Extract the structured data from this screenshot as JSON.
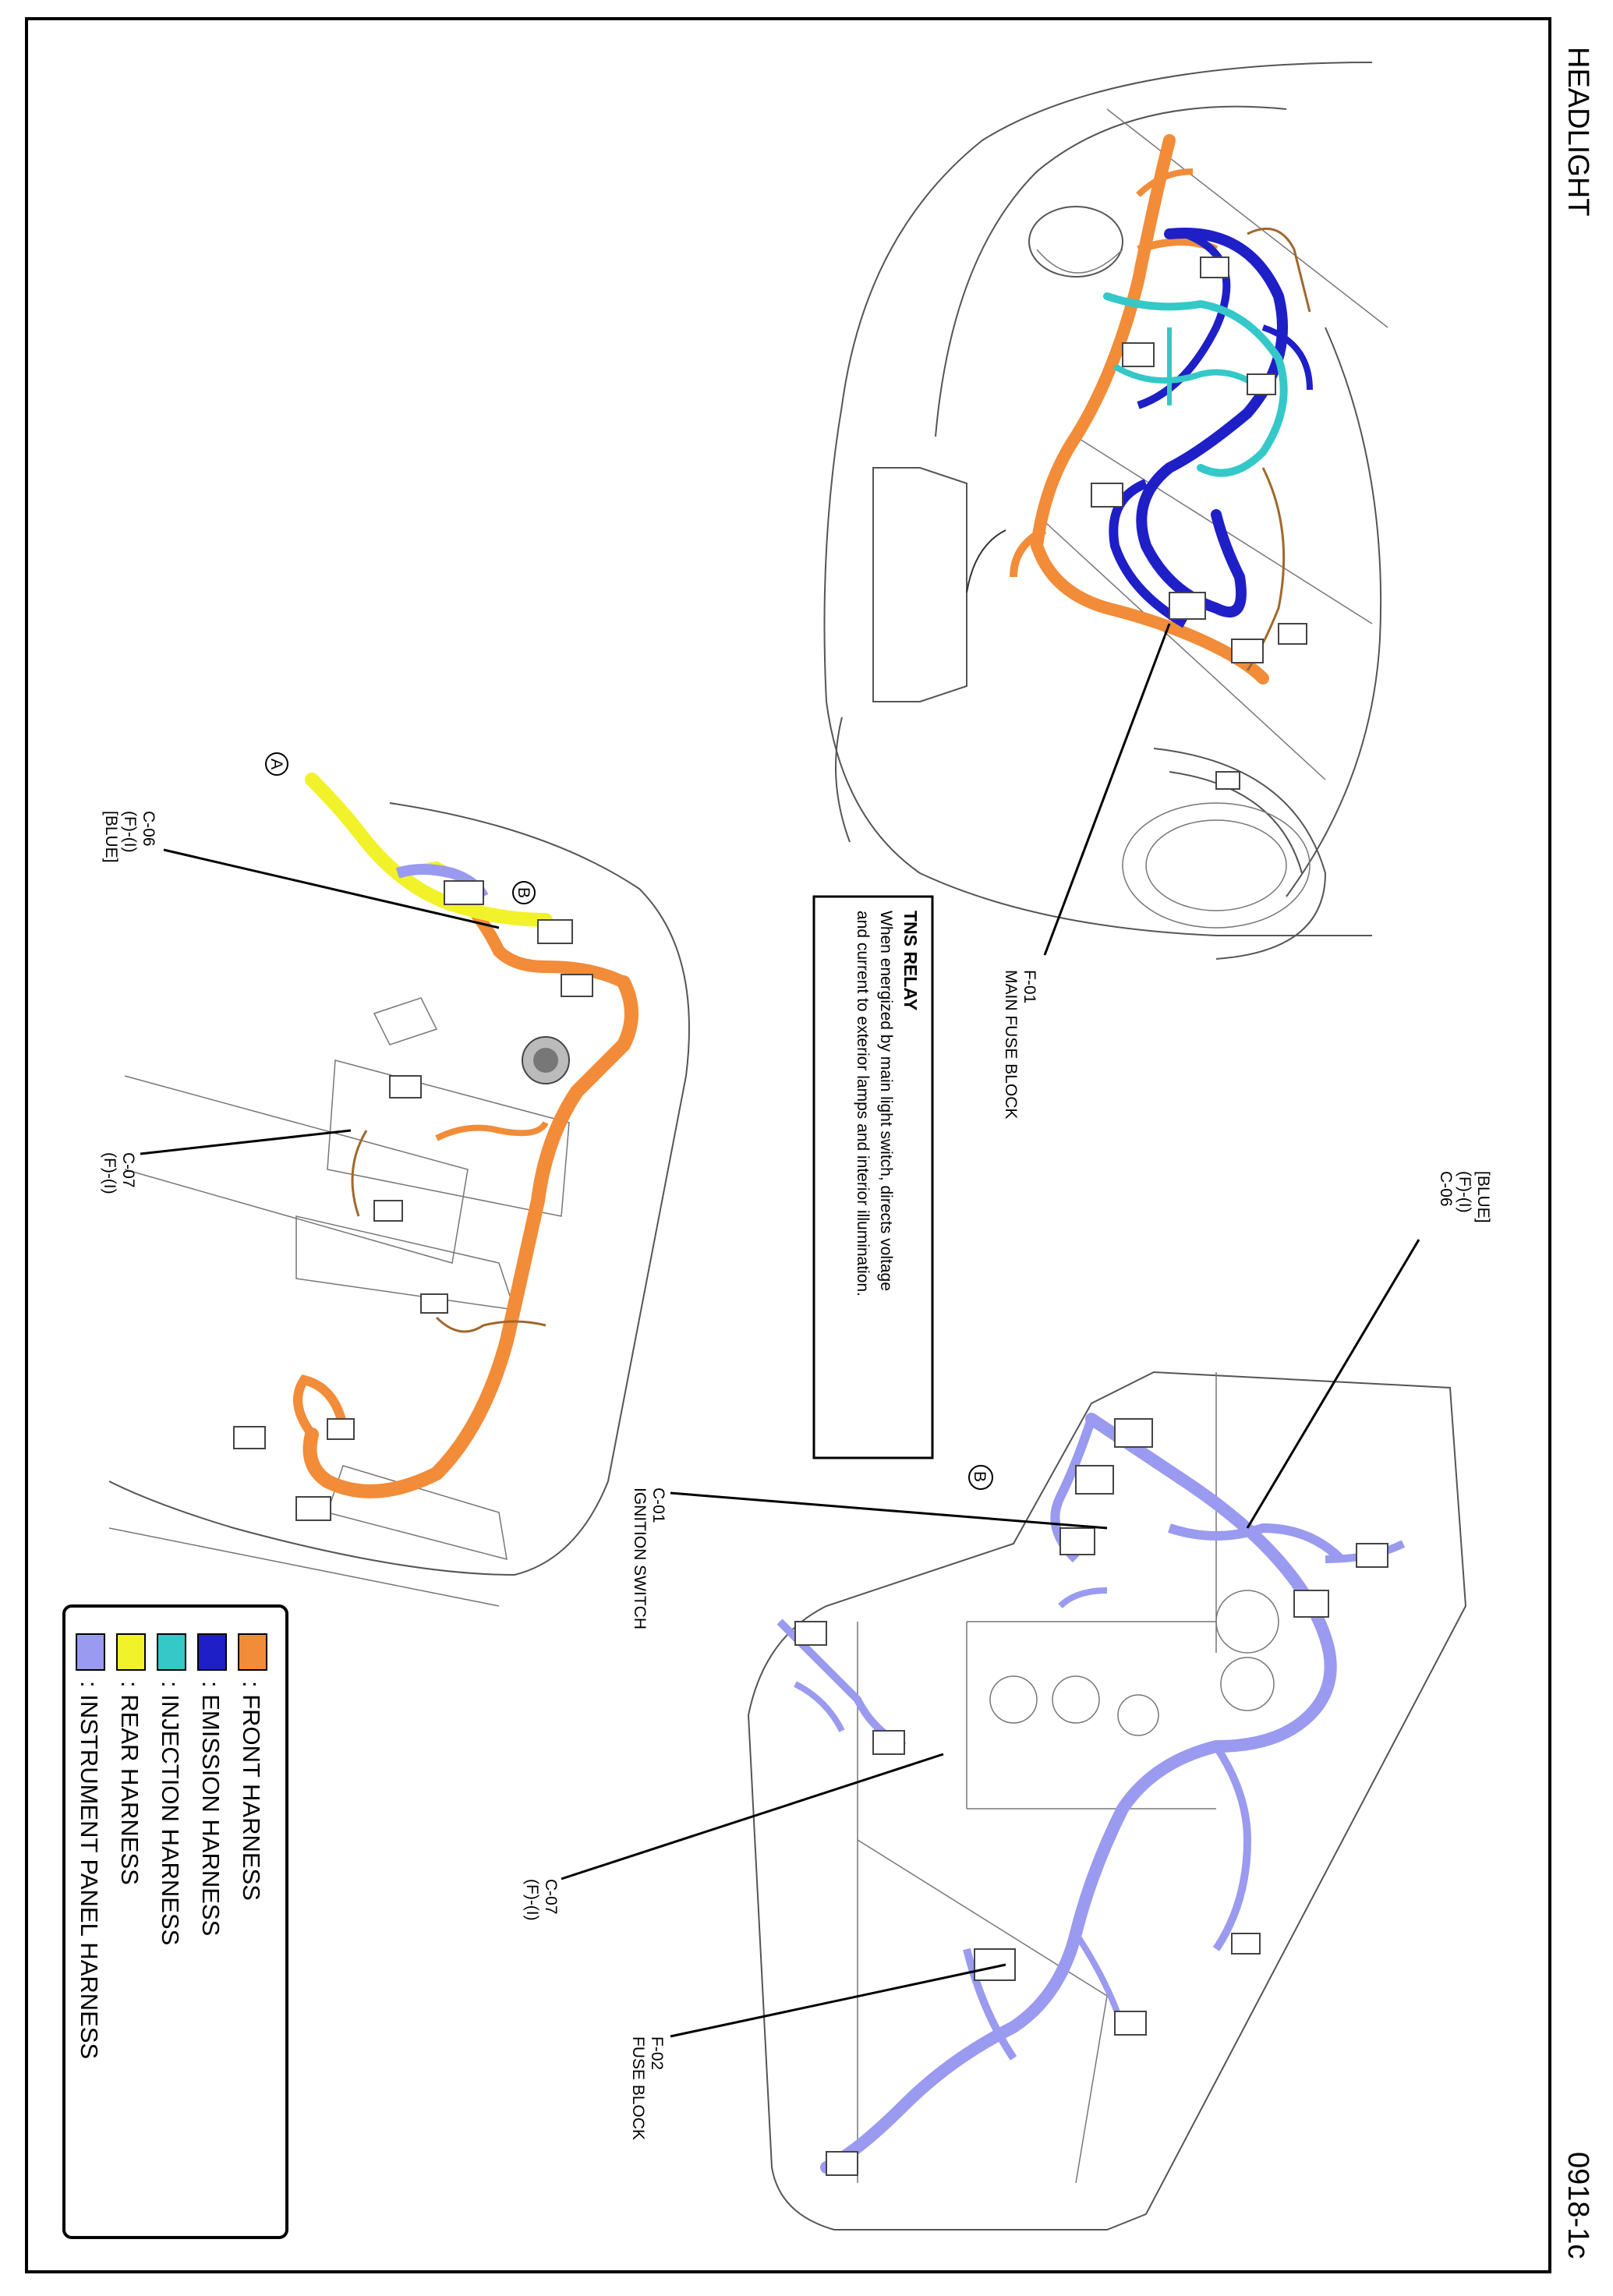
{
  "header": {
    "title": "HEADLIGHT",
    "page_code": "0918-1c"
  },
  "colors": {
    "front_harness": "#f28c38",
    "emission_harness": "#1f1fc8",
    "injection_harness": "#34c8c8",
    "rear_harness": "#f2f22a",
    "instrument_panel_harness": "#9a9af0"
  },
  "legend": {
    "items": [
      {
        "label": ": FRONT HARNESS",
        "color": "#f28c38"
      },
      {
        "label": ": EMISSION HARNESS",
        "color": "#1f1fc8"
      },
      {
        "label": ": INJECTION HARNESS",
        "color": "#34c8c8"
      },
      {
        "label": ": REAR HARNESS",
        "color": "#f2f22a"
      },
      {
        "label": ": INSTRUMENT PANEL HARNESS",
        "color": "#9a9af0"
      }
    ]
  },
  "note": {
    "title": "TNS RELAY",
    "line1": "When energized by main light switch, directs voltage",
    "line2": "and current to exterior lamps and interior illumination."
  },
  "connectors": {
    "f01": {
      "id": "F-01",
      "name": "MAIN FUSE BLOCK"
    },
    "c06_right": {
      "id": "C-06",
      "sub": "(F)-(I)",
      "color": "[BLUE]"
    },
    "c06_left": {
      "id": "C-06",
      "sub": "(F)-(I)",
      "color": "[BLUE]"
    },
    "c07_left": {
      "id": "C-07",
      "sub": "(F)-(I)"
    },
    "c07_right": {
      "id": "C-07",
      "sub": "(F)-(I)"
    },
    "c01": {
      "id": "C-01",
      "name": "IGNITION SWITCH"
    },
    "f02": {
      "id": "F-02",
      "name": "FUSE BLOCK"
    }
  },
  "markers": {
    "a": "A",
    "b_left": "B",
    "b_right": "B"
  }
}
